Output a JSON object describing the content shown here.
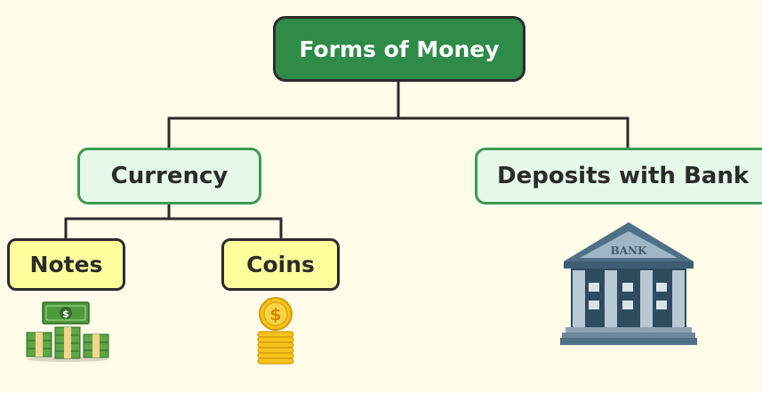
{
  "diagram": {
    "root": {
      "label": "Forms of Money"
    },
    "currency": {
      "label": "Currency"
    },
    "deposits": {
      "label": "Deposits with Bank"
    },
    "notes": {
      "label": "Notes"
    },
    "coins": {
      "label": "Coins"
    },
    "notes_symbol": "$",
    "coins_symbol": "$",
    "bank_sign": "BANK"
  },
  "colors": {
    "background": "#fffde9",
    "root_fill": "#2e8b48",
    "level1_fill": "#e6f8e8",
    "level1_border": "#3c9a56",
    "level2_fill": "#fffe9c",
    "connector": "#2b2b2b"
  },
  "icons": [
    "money-stack-icon",
    "coin-stack-icon",
    "bank-building-icon"
  ]
}
